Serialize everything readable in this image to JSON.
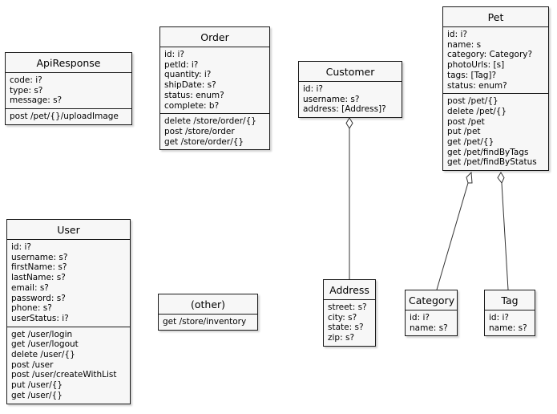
{
  "classes": {
    "api_response": {
      "title": "ApiResponse",
      "fields": [
        "code: i?",
        "type: s?",
        "message: s?"
      ],
      "methods": [
        "post /pet/{}/uploadImage"
      ]
    },
    "order": {
      "title": "Order",
      "fields": [
        "id: i?",
        "petId: i?",
        "quantity: i?",
        "shipDate: s?",
        "status: enum?",
        "complete: b?"
      ],
      "methods": [
        "delete /store/order/{}",
        "post /store/order",
        "get /store/order/{}"
      ]
    },
    "customer": {
      "title": "Customer",
      "fields": [
        "id: i?",
        "username: s?",
        "address: [Address]?"
      ]
    },
    "pet": {
      "title": "Pet",
      "fields": [
        "id: i?",
        "name: s",
        "category: Category?",
        "photoUrls: [s]",
        "tags: [Tag]?",
        "status: enum?"
      ],
      "methods": [
        "post /pet/{}",
        "delete /pet/{}",
        "post /pet",
        "put /pet",
        "get /pet/{}",
        "get /pet/findByTags",
        "get /pet/findByStatus"
      ]
    },
    "user": {
      "title": "User",
      "fields": [
        "id: i?",
        "username: s?",
        "firstName: s?",
        "lastName: s?",
        "email: s?",
        "password: s?",
        "phone: s?",
        "userStatus: i?"
      ],
      "methods": [
        "get /user/login",
        "get /user/logout",
        "delete /user/{}",
        "post /user",
        "post /user/createWithList",
        "put /user/{}",
        "get /user/{}"
      ]
    },
    "other": {
      "title": "(other)",
      "methods": [
        "get /store/inventory"
      ]
    },
    "address": {
      "title": "Address",
      "fields": [
        "street: s?",
        "city: s?",
        "state: s?",
        "zip: s?"
      ]
    },
    "category": {
      "title": "Category",
      "fields": [
        "id: i?",
        "name: s?"
      ]
    },
    "tag": {
      "title": "Tag",
      "fields": [
        "id: i?",
        "name: s?"
      ]
    }
  },
  "colors": {
    "box_fill": "#f7f7f7",
    "border": "#1a1a1a",
    "edge": "#333333"
  }
}
